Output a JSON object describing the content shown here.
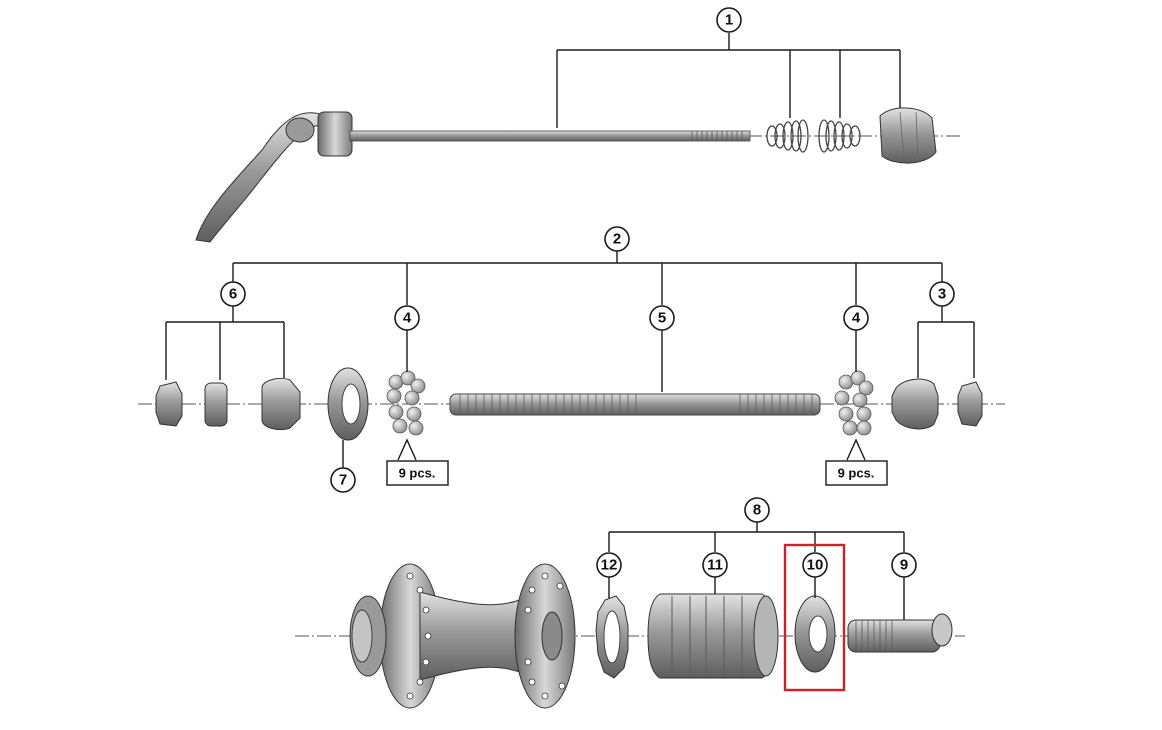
{
  "callouts": {
    "c1": "1",
    "c2": "2",
    "c3": "3",
    "c4a": "4",
    "c4b": "4",
    "c5": "5",
    "c6": "6",
    "c7": "7",
    "c8": "8",
    "c9": "9",
    "c10": "10",
    "c11": "11",
    "c12": "12"
  },
  "quantity_labels": {
    "left": "9 pcs.",
    "right": "9 pcs."
  },
  "highlight": {
    "part": "10",
    "color": "#d0202a"
  },
  "colors": {
    "metal_dark": "#7c7c7c",
    "metal_mid": "#a9a9a9",
    "metal_light": "#cfcfcf",
    "line": "#1a1a1a"
  }
}
